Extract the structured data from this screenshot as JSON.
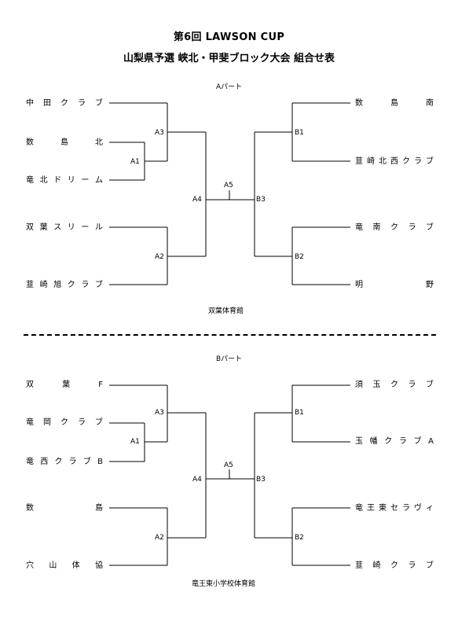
{
  "title": "第6回 LAWSON CUP",
  "subtitle": "山梨県予選 峡北・甲斐ブロック大会 組合せ表",
  "part_a": {
    "label": "Aパート",
    "venue": "双葉体育館",
    "left_teams": [
      "中田クラブ",
      "数島北",
      "竜北ドリーム",
      "双葉スリール",
      "韮崎旭クラブ"
    ],
    "right_teams": [
      "数島南",
      "韮崎北西クラブ",
      "竜南クラブ",
      "明野"
    ],
    "matches": {
      "a1": "A1",
      "a2": "A2",
      "a3": "A3",
      "a4": "A4",
      "a5": "A5",
      "b1": "B1",
      "b2": "B2",
      "b3": "B3"
    }
  },
  "part_b": {
    "label": "Bパート",
    "venue": "竜王東小学校体育館",
    "left_teams": [
      "双葉F",
      "竜岡クラブ",
      "竜西クラブB",
      "数島",
      "穴山体協"
    ],
    "right_teams": [
      "須玉クラブ",
      "玉幡クラブA",
      "竜王東セラヴィ",
      "韮崎クラブ"
    ],
    "matches": {
      "a1": "A1",
      "a2": "A2",
      "a3": "A3",
      "a4": "A4",
      "a5": "A5",
      "b1": "B1",
      "b2": "B2",
      "b3": "B3"
    }
  }
}
